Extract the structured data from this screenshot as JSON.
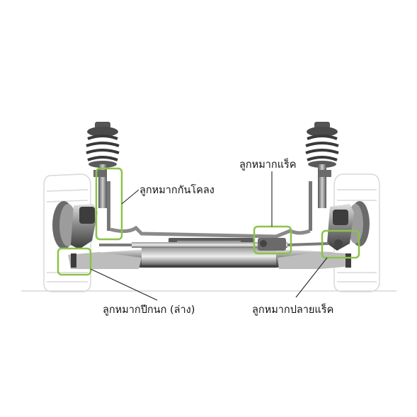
{
  "labels": {
    "stabilizer_link": "ลูกหมากกันโคลง",
    "rack_end": "ลูกหมากแร็ค",
    "lower_ball_joint": "ลูกหมากปีกนก (ล่าง)",
    "tie_rod_end": "ลูกหมากปลายแร็ค"
  },
  "colors": {
    "highlight": "#8bc34a",
    "leader_line": "#222222",
    "text": "#111111",
    "metal_dark": "#3a3a3a",
    "metal_mid": "#7a7a7a",
    "metal_light": "#c8c8c8",
    "tire_outline": "#d6d6d6"
  }
}
